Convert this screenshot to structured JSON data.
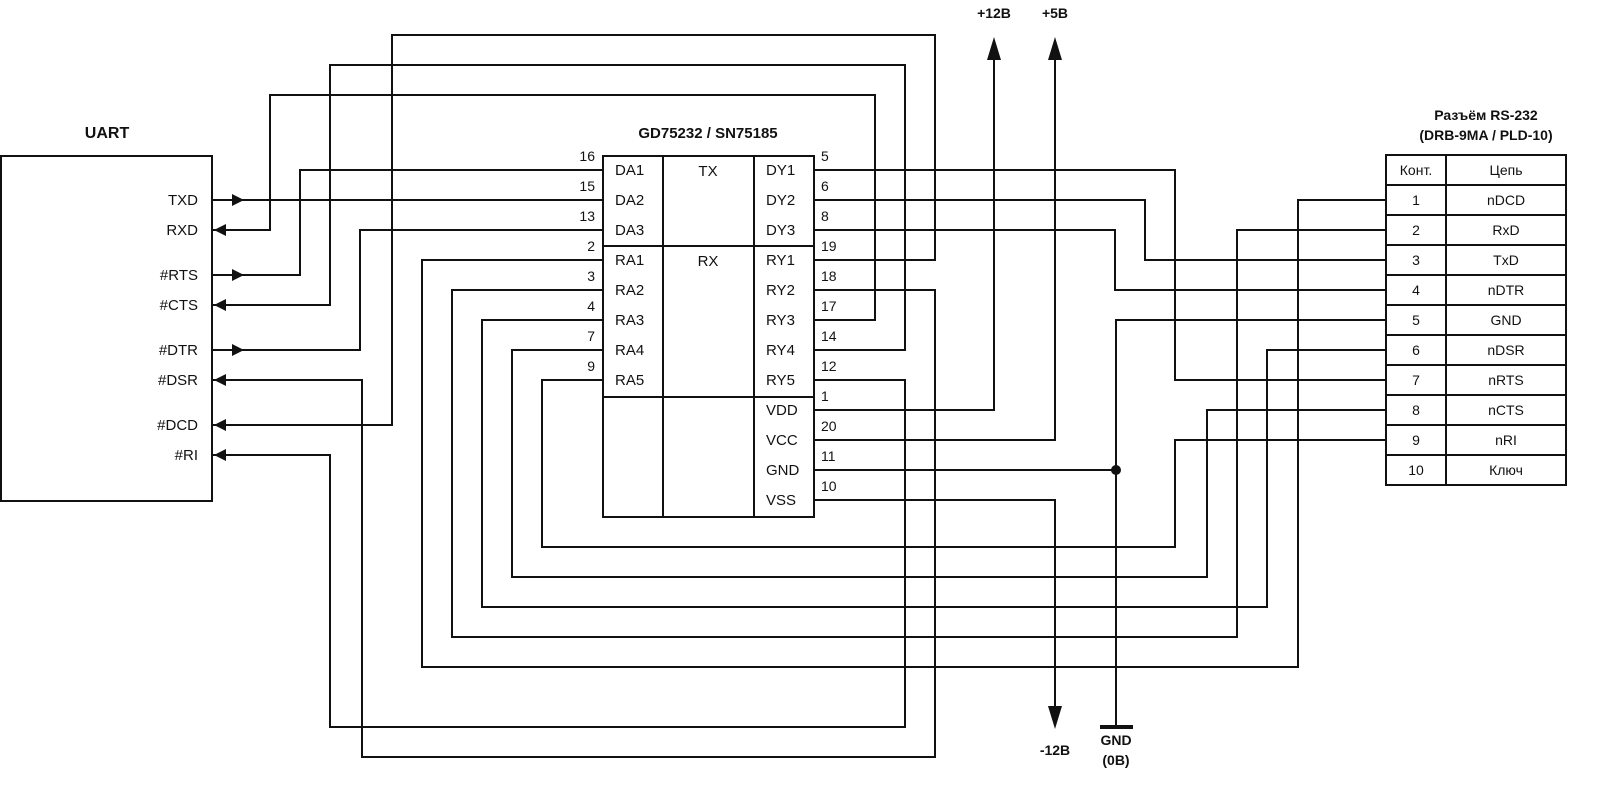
{
  "uart": {
    "title": "UART",
    "pins": [
      {
        "name": "TXD",
        "dir": "out"
      },
      {
        "name": "RXD",
        "dir": "in"
      },
      {
        "name": "#RTS",
        "dir": "out"
      },
      {
        "name": "#CTS",
        "dir": "in"
      },
      {
        "name": "#DTR",
        "dir": "out"
      },
      {
        "name": "#DSR",
        "dir": "in"
      },
      {
        "name": "#DCD",
        "dir": "in"
      },
      {
        "name": "#RI",
        "dir": "in"
      }
    ]
  },
  "chip": {
    "title": "GD75232 / SN75185",
    "tx_label": "TX",
    "rx_label": "RX",
    "left_pins": [
      {
        "name": "DA1",
        "num": "16"
      },
      {
        "name": "DA2",
        "num": "15"
      },
      {
        "name": "DA3",
        "num": "13"
      },
      {
        "name": "RA1",
        "num": "2"
      },
      {
        "name": "RA2",
        "num": "3"
      },
      {
        "name": "RA3",
        "num": "4"
      },
      {
        "name": "RA4",
        "num": "7"
      },
      {
        "name": "RA5",
        "num": "9"
      }
    ],
    "right_pins": [
      {
        "name": "DY1",
        "num": "5"
      },
      {
        "name": "DY2",
        "num": "6"
      },
      {
        "name": "DY3",
        "num": "8"
      },
      {
        "name": "RY1",
        "num": "19"
      },
      {
        "name": "RY2",
        "num": "18"
      },
      {
        "name": "RY3",
        "num": "17"
      },
      {
        "name": "RY4",
        "num": "14"
      },
      {
        "name": "RY5",
        "num": "12"
      },
      {
        "name": "VDD",
        "num": "1"
      },
      {
        "name": "VCC",
        "num": "20"
      },
      {
        "name": "GND",
        "num": "11"
      },
      {
        "name": "VSS",
        "num": "10"
      }
    ]
  },
  "power": {
    "plus12": "+12B",
    "plus5": "+5B",
    "minus12": "-12B",
    "gnd": "GND",
    "gnd_sub": "(0B)"
  },
  "connector": {
    "title": "Разъём RS-232",
    "subtitle": "(DRB-9MA / PLD-10)",
    "headers": [
      "Конт.",
      "Цепь"
    ],
    "rows": [
      {
        "pin": "1",
        "signal": "nDCD"
      },
      {
        "pin": "2",
        "signal": "RxD"
      },
      {
        "pin": "3",
        "signal": "TxD"
      },
      {
        "pin": "4",
        "signal": "nDTR"
      },
      {
        "pin": "5",
        "signal": "GND"
      },
      {
        "pin": "6",
        "signal": "nDSR"
      },
      {
        "pin": "7",
        "signal": "nRTS"
      },
      {
        "pin": "8",
        "signal": "nCTS"
      },
      {
        "pin": "9",
        "signal": "nRI"
      },
      {
        "pin": "10",
        "signal": "Ключ"
      }
    ]
  },
  "connections": [
    {
      "from": "UART.TXD",
      "to": "chip.DA2"
    },
    {
      "from": "UART.#RTS",
      "to": "chip.DA1"
    },
    {
      "from": "UART.#DTR",
      "to": "chip.DA3"
    },
    {
      "from": "chip.RY3",
      "to": "UART.RXD"
    },
    {
      "from": "chip.RY4",
      "to": "UART.#CTS"
    },
    {
      "from": "chip.RY2",
      "to": "UART.#DSR"
    },
    {
      "from": "chip.RY1",
      "to": "UART.#DCD"
    },
    {
      "from": "chip.RY5",
      "to": "UART.#RI"
    },
    {
      "from": "chip.DY1",
      "to": "connector.7"
    },
    {
      "from": "chip.DY2",
      "to": "connector.3"
    },
    {
      "from": "chip.DY3",
      "to": "connector.4"
    },
    {
      "from": "connector.1",
      "to": "chip.RA1"
    },
    {
      "from": "connector.2",
      "to": "chip.RA2"
    },
    {
      "from": "connector.6",
      "to": "chip.RA3"
    },
    {
      "from": "connector.8",
      "to": "chip.RA4"
    },
    {
      "from": "connector.9",
      "to": "chip.RA5"
    },
    {
      "from": "chip.GND",
      "to": "connector.5"
    },
    {
      "from": "chip.GND",
      "to": "power.GND"
    },
    {
      "from": "chip.VDD",
      "to": "power.+12B"
    },
    {
      "from": "chip.VCC",
      "to": "power.+5B"
    },
    {
      "from": "chip.VSS",
      "to": "power.-12B"
    }
  ]
}
